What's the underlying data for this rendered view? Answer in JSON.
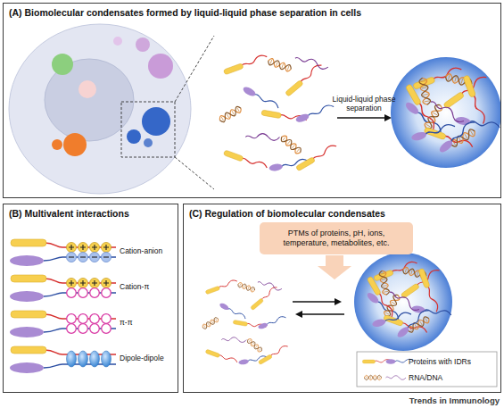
{
  "diagram": {
    "nodes": [
      {
        "text": [
          "(A) Biomolecular condensates formed by liquid-liquid phase separation in cells"
        ]
      },
      {
        "text": [
          "(B) Multivalent interactions"
        ]
      },
      {
        "text": [
          "(C) Regulation of biomolecular condensates"
        ]
      },
      {
        "text": [
          "PTMs of proteins, pH, ions, temperature, metabolites, etc."
        ],
        "in": 2
      }
    ],
    "labels": [
      "Liquid-liquid phase separation",
      "Cation-anion",
      "Cation-π",
      "π-π",
      "Dipole-dipole",
      "Trends in Immunology"
    ],
    "legend": [
      {
        "text": "Proteins with IDRs"
      },
      {
        "text": "RNA/DNA"
      }
    ]
  }
}
